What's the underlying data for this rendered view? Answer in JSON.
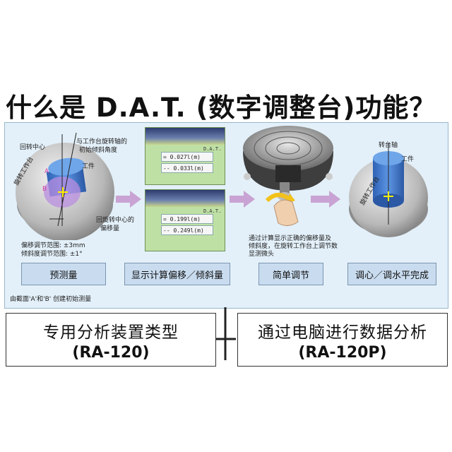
{
  "title": "什么是 D.A.T. (数字调整台)功能？",
  "step1": {
    "label_rotation_center": "回转中心",
    "label_tilt": "与工作台旋转轴的",
    "label_tilt2": "初始倾斜角度",
    "label_workpiece": "工件",
    "label_table": "旋转工作台",
    "label_a": "A",
    "label_b": "B",
    "label_offset": "回旋转中心的",
    "label_offset2": "偏移量",
    "range_offset": "偏移调节范围: ±3mm",
    "range_tilt": "倾斜度调节范围: ±1°",
    "step_label": "预测量",
    "footnote": "由截面'A'和'B' 创建初始测量"
  },
  "step2": {
    "screen1_row1": "= 0.027l(m)",
    "screen1_row2": "-- 0.033l(m)",
    "screen1_tag": "D.A.T.",
    "screen2_row1": "= 0.199l(m)",
    "screen2_row2": "-- 0.249l(m)",
    "screen2_tag": "D.A.T.",
    "step_label": "显示计算偏移／倾斜量"
  },
  "step3": {
    "note1": "通过计算显示正确的偏移量及",
    "note2": "倾斜度，在旋转工作台上调节数",
    "note3": "显测微头",
    "step_label": "简单调节"
  },
  "step4": {
    "label_axis": "转台轴",
    "label_workpiece": "工件",
    "label_table": "旋转工作台",
    "step_label": "调心／调水平完成"
  },
  "bottom_left": {
    "line1": "专用分析装置类型",
    "line2": "(RA-120)"
  },
  "bottom_right": {
    "line1": "通过电脑进行数据分析",
    "line2": "(RA-120P)"
  },
  "colors": {
    "panel": "#e3f0f9",
    "arrow": "#c9a3d3",
    "step_box": "#c9dcef",
    "workpiece": "#3b7bd4"
  }
}
